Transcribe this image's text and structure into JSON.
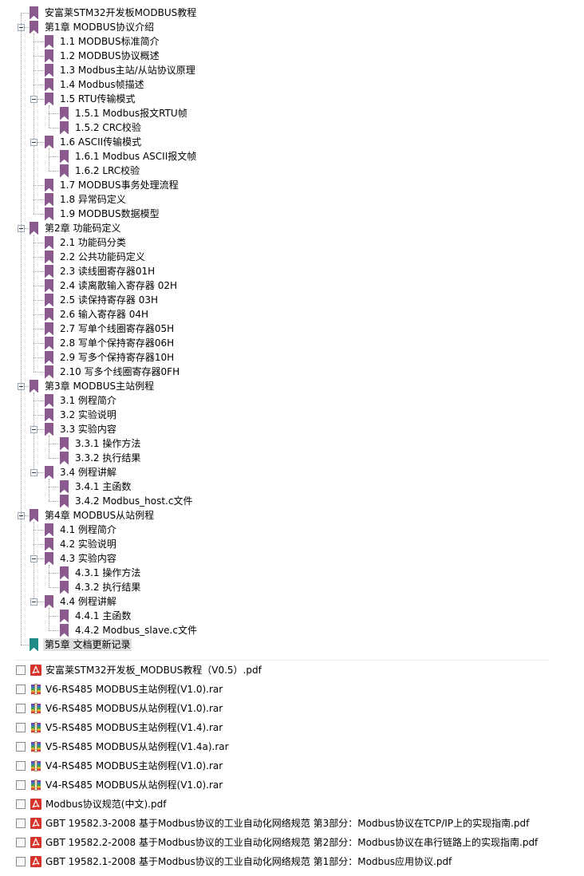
{
  "colors": {
    "bookmark": "#8a5a8e",
    "bookmark_selected": "#1f8a86",
    "selected_bg": "#e1e1e1",
    "pdf_icon": "#d6322a"
  },
  "tree": {
    "items": [
      {
        "label": "安富莱STM32开发板MODBUS教程",
        "level": 0,
        "toggle": false
      },
      {
        "label": "第1章 MODBUS协议介绍",
        "level": 0,
        "toggle": true
      },
      {
        "label": "1.1 MODBUS标准简介",
        "level": 1,
        "toggle": false
      },
      {
        "label": "1.2 MODBUS协议概述",
        "level": 1,
        "toggle": false
      },
      {
        "label": "1.3 Modbus主站/从站协议原理",
        "level": 1,
        "toggle": false
      },
      {
        "label": "1.4 Modbus帧描述",
        "level": 1,
        "toggle": false
      },
      {
        "label": "1.5 RTU传输模式",
        "level": 1,
        "toggle": true
      },
      {
        "label": "1.5.1 Modbus报文RTU帧",
        "level": 2,
        "toggle": false
      },
      {
        "label": "1.5.2 CRC校验",
        "level": 2,
        "toggle": false
      },
      {
        "label": "1.6 ASCII传输模式",
        "level": 1,
        "toggle": true
      },
      {
        "label": "1.6.1 Modbus ASCII报文帧",
        "level": 2,
        "toggle": false
      },
      {
        "label": "1.6.2 LRC校验",
        "level": 2,
        "toggle": false
      },
      {
        "label": "1.7 MODBUS事务处理流程",
        "level": 1,
        "toggle": false
      },
      {
        "label": "1.8 异常码定义",
        "level": 1,
        "toggle": false
      },
      {
        "label": "1.9 MODBUS数据模型",
        "level": 1,
        "toggle": false
      },
      {
        "label": "第2章  功能码定义",
        "level": 0,
        "toggle": true
      },
      {
        "label": "2.1 功能码分类",
        "level": 1,
        "toggle": false
      },
      {
        "label": "2.2 公共功能码定义",
        "level": 1,
        "toggle": false
      },
      {
        "label": "2.3 读线圈寄存器01H",
        "level": 1,
        "toggle": false
      },
      {
        "label": "2.4 读离散输入寄存器 02H",
        "level": 1,
        "toggle": false
      },
      {
        "label": "2.5 读保持寄存器 03H",
        "level": 1,
        "toggle": false
      },
      {
        "label": "2.6 输入寄存器 04H",
        "level": 1,
        "toggle": false
      },
      {
        "label": "2.7 写单个线圈寄存器05H",
        "level": 1,
        "toggle": false
      },
      {
        "label": "2.8 写单个保持寄存器06H",
        "level": 1,
        "toggle": false
      },
      {
        "label": "2.9 写多个保持寄存器10H",
        "level": 1,
        "toggle": false
      },
      {
        "label": "2.10 写多个线圈寄存器0FH",
        "level": 1,
        "toggle": false
      },
      {
        "label": "第3章 MODBUS主站例程",
        "level": 0,
        "toggle": true
      },
      {
        "label": "3.1 例程简介",
        "level": 1,
        "toggle": false
      },
      {
        "label": "3.2 实验说明",
        "level": 1,
        "toggle": false
      },
      {
        "label": "3.3 实验内容",
        "level": 1,
        "toggle": true
      },
      {
        "label": "3.3.1 操作方法",
        "level": 2,
        "toggle": false
      },
      {
        "label": "3.3.2 执行结果",
        "level": 2,
        "toggle": false
      },
      {
        "label": "3.4 例程讲解",
        "level": 1,
        "toggle": true
      },
      {
        "label": "3.4.1 主函数",
        "level": 2,
        "toggle": false
      },
      {
        "label": "3.4.2 Modbus_host.c文件",
        "level": 2,
        "toggle": false
      },
      {
        "label": "第4章 MODBUS从站例程",
        "level": 0,
        "toggle": true
      },
      {
        "label": "4.1 例程简介",
        "level": 1,
        "toggle": false
      },
      {
        "label": "4.2 实验说明",
        "level": 1,
        "toggle": false
      },
      {
        "label": "4.3 实验内容",
        "level": 1,
        "toggle": true
      },
      {
        "label": "4.3.1 操作方法",
        "level": 2,
        "toggle": false
      },
      {
        "label": "4.3.2 执行结果",
        "level": 2,
        "toggle": false
      },
      {
        "label": "4.4 例程讲解",
        "level": 1,
        "toggle": true
      },
      {
        "label": "4.4.1 主函数",
        "level": 2,
        "toggle": false
      },
      {
        "label": "4.4.2 Modbus_slave.c文件",
        "level": 2,
        "toggle": false
      },
      {
        "label": "第5章 文档更新记录",
        "level": 0,
        "toggle": false,
        "selected": true
      }
    ]
  },
  "files": [
    {
      "name": "安富莱STM32开发板_MODBUS教程（V0.5）.pdf",
      "type": "pdf",
      "icon": "pdf-icon"
    },
    {
      "name": "V6-RS485 MODBUS主站例程(V1.0).rar",
      "type": "rar",
      "icon": "rar-archive-icon"
    },
    {
      "name": "V6-RS485 MODBUS从站例程(V1.0).rar",
      "type": "rar",
      "icon": "rar-archive-icon"
    },
    {
      "name": "V5-RS485 MODBUS主站例程(V1.4).rar",
      "type": "rar",
      "icon": "rar-archive-icon"
    },
    {
      "name": "V5-RS485 MODBUS从站例程(V1.4a).rar",
      "type": "rar",
      "icon": "rar-archive-icon"
    },
    {
      "name": "V4-RS485 MODBUS主站例程(V1.0).rar",
      "type": "rar",
      "icon": "rar-archive-icon"
    },
    {
      "name": "V4-RS485 MODBUS从站例程(V1.0).rar",
      "type": "rar",
      "icon": "rar-archive-icon"
    },
    {
      "name": "Modbus协议规范(中文).pdf",
      "type": "pdf",
      "icon": "pdf-icon"
    },
    {
      "name": "GBT 19582.3-2008 基于Modbus协议的工业自动化网络规范  第3部分：Modbus协议在TCP/IP上的实现指南.pdf",
      "type": "pdf",
      "icon": "pdf-icon"
    },
    {
      "name": "GBT 19582.2-2008 基于Modbus协议的工业自动化网络规范  第2部分：Modbus协议在串行链路上的实现指南.pdf",
      "type": "pdf",
      "icon": "pdf-icon"
    },
    {
      "name": "GBT 19582.1-2008 基于Modbus协议的工业自动化网络规范  第1部分：Modbus应用协议.pdf",
      "type": "pdf",
      "icon": "pdf-icon"
    }
  ]
}
